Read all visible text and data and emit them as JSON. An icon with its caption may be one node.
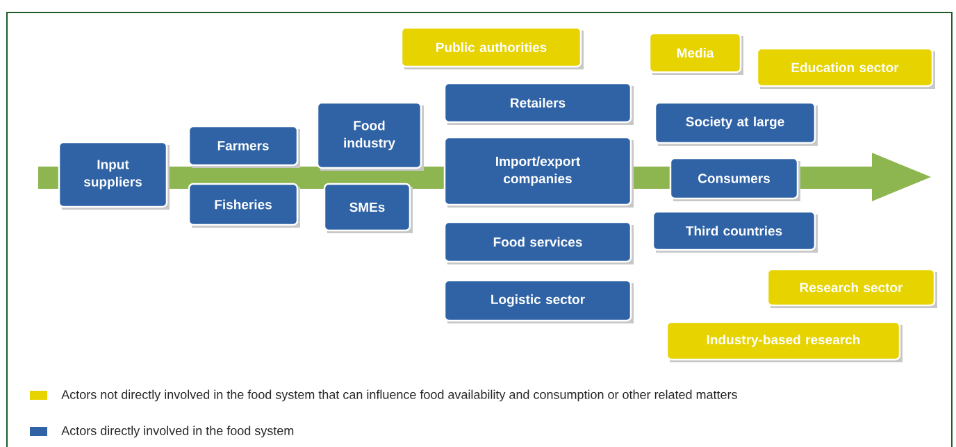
{
  "diagram": {
    "nodes": [
      {
        "text": [
          "Public authorities"
        ]
      },
      {
        "text": [
          "Media"
        ]
      },
      {
        "text": [
          "Education sector"
        ]
      },
      {
        "text": [
          "Retailers"
        ]
      },
      {
        "text": [
          "Food industry"
        ]
      },
      {
        "text": [
          "Society at large"
        ]
      },
      {
        "text": [
          "Farmers"
        ]
      },
      {
        "text": [
          "Input suppliers"
        ]
      },
      {
        "text": [
          "Import/export companies"
        ]
      },
      {
        "text": [
          "Consumers"
        ]
      },
      {
        "text": [
          "Fisheries"
        ]
      },
      {
        "text": [
          "SMEs"
        ]
      },
      {
        "text": [
          "Third countries"
        ]
      },
      {
        "text": [
          "Food services"
        ]
      },
      {
        "text": [
          "Logistic sector"
        ]
      },
      {
        "text": [
          "Research sector"
        ]
      },
      {
        "text": [
          "Industry-based research"
        ]
      }
    ],
    "legend": [
      {
        "text": "Actors not directly involved in the food system that can influence food availability and consumption or other related matters",
        "color": "#e6d300"
      },
      {
        "text": "Actors directly involved in the food system",
        "color": "#2f63a6"
      }
    ]
  }
}
